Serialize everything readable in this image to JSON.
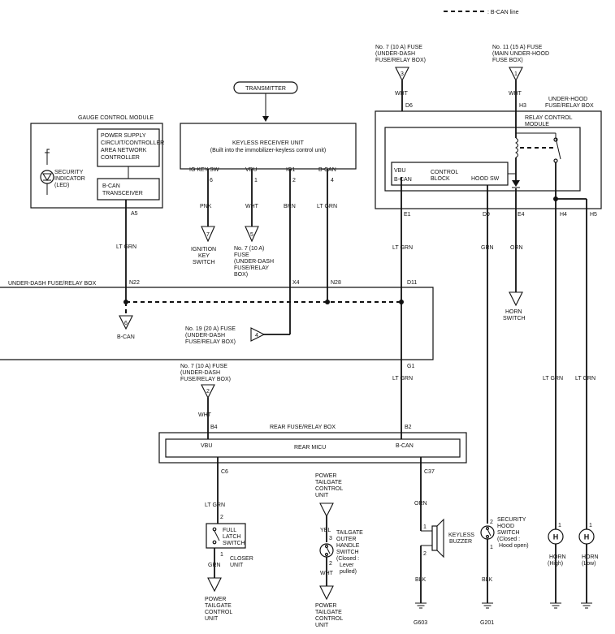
{
  "legend": {
    "text": ": B-CAN line"
  },
  "transmitter": "TRANSMITTER",
  "gauge": {
    "title": "GAUGE CONTROL MODULE",
    "psu_lines": [
      "POWER SUPPLY",
      "CIRCUIT/CONTROLLER",
      "AREA NETWORK",
      "CONTROLLER"
    ],
    "transceiver_lines": [
      "B-CAN",
      "TRANSCEIVER"
    ],
    "led_lines": [
      "SECURITY",
      "INDICATOR",
      "(LED)"
    ],
    "pin": "A5",
    "wire": "LT GRN"
  },
  "keyless": {
    "title": "KEYLESS RECEIVER UNIT",
    "subtitle": "(Built into the immobilizer-keyless control unit)",
    "pins": [
      {
        "label": "IG KEY SW",
        "num": "6",
        "wire": "PNK"
      },
      {
        "label": "VBU",
        "num": "1",
        "wire": "WHT"
      },
      {
        "label": "IG1",
        "num": "2",
        "wire": "BRN"
      },
      {
        "label": "B-CAN",
        "num": "4",
        "wire": "LT GRN"
      }
    ],
    "ign_ref": "7",
    "ign_lines": [
      "IGNITION",
      "KEY",
      "SWITCH"
    ],
    "fuse_ref": "5",
    "fuse_lines": [
      "No. 7 (10 A)",
      "FUSE",
      "(UNDER-DASH",
      "FUSE/RELAY",
      "BOX)"
    ]
  },
  "underdash": {
    "title": "UNDER-DASH FUSE/RELAY BOX",
    "pins": {
      "n22": "N22",
      "x4": "X4",
      "n28": "N28",
      "d11": "D11",
      "g1": "G1"
    },
    "bcan_ref": "6",
    "bcan_label": "B-CAN",
    "fuse19_ref": "4",
    "fuse19_lines": [
      "No. 19 (20 A) FUSE",
      "(UNDER-DASH",
      "FUSE/RELAY BOX)"
    ],
    "g1_wire": "LT GRN"
  },
  "top_fuses": {
    "left_lines": [
      "No. 7 (10 A) FUSE",
      "(UNDER-DASH",
      "FUSE/RELAY BOX)"
    ],
    "left_ref": "3",
    "left_wire": "WHT",
    "left_pin": "D6",
    "right_lines": [
      "No. 11 (15 A) FUSE",
      "(MAIN UNDER-HOOD",
      "FUSE BOX)"
    ],
    "right_ref": "1",
    "right_wire": "WHT",
    "right_pin": "H3"
  },
  "underhood": {
    "title_lines": [
      "UNDER-HOOD",
      "FUSE/RELAY BOX"
    ],
    "relay_lines": [
      "RELAY CONTROL",
      "MODULE"
    ],
    "vbu": "VBU",
    "bcan": "B-CAN",
    "control_lines": [
      "CONTROL",
      "BLOCK"
    ],
    "hood_sw": "HOOD SW",
    "pins": {
      "e1": "E1",
      "d9": "D9",
      "e4": "E4",
      "h4": "H4",
      "h5": "H5"
    },
    "e1_wire": "LT GRN",
    "d9_wire": "GRN",
    "e4_wire": "ORN",
    "horn_switch_lines": [
      "HORN",
      "SWITCH"
    ],
    "h4_wire": "LT GRN",
    "h5_wire": "LT GRN"
  },
  "rear": {
    "fuse_lines": [
      "No. 7 (10 A) FUSE",
      "(UNDER-DASH",
      "FUSE/RELAY BOX)"
    ],
    "fuse_ref": "2",
    "fuse_wire": "WHT",
    "b4": "B4",
    "b2": "B2",
    "box_title": "REAR FUSE/RELAY BOX",
    "vbu": "VBU",
    "micu": "REAR MICU",
    "bcan": "B-CAN",
    "c6": "C6",
    "c37": "C37"
  },
  "closer": {
    "wire_top": "LT GRN",
    "pin2": "2",
    "latch_lines": [
      "FULL",
      "LATCH",
      "SWITCH"
    ],
    "pin1": "1",
    "unit_lines": [
      "CLOSER",
      "UNIT"
    ],
    "wire_bottom": "GRN",
    "ptcu_lines": [
      "POWER",
      "TAILGATE",
      "CONTROL",
      "UNIT"
    ]
  },
  "tailgate": {
    "ptcu_top_lines": [
      "POWER",
      "TAILGATE",
      "CONTROL",
      "UNIT"
    ],
    "wire_top": "YEL",
    "pin3": "3",
    "switch_lines": [
      "TAILGATE",
      "OUTER",
      "HANDLE",
      "SWITCH",
      "(Closed :",
      "Lever",
      "pulled)"
    ],
    "pin2": "2",
    "wire_bottom": "WHT",
    "ptcu_bottom_lines": [
      "POWER",
      "TAILGATE",
      "CONTROL",
      "UNIT"
    ]
  },
  "buzzer": {
    "wire_top": "ORN",
    "pin1": "1",
    "label_lines": [
      "KEYLESS",
      "BUZZER"
    ],
    "pin2": "2",
    "wire_bottom": "BLK",
    "ground": "G603"
  },
  "hood": {
    "pin2": "2",
    "label_lines": [
      "SECURITY",
      "HOOD",
      "SWITCH",
      "(Closed :",
      "Hood open)"
    ],
    "pin1": "1",
    "wire_bottom": "BLK",
    "ground": "G201"
  },
  "horns": [
    {
      "pin": "1",
      "symbol": "H",
      "label_lines": [
        "HORN",
        "(High)"
      ]
    },
    {
      "pin": "1",
      "symbol": "H",
      "label_lines": [
        "HORN",
        "(Low)"
      ]
    }
  ]
}
